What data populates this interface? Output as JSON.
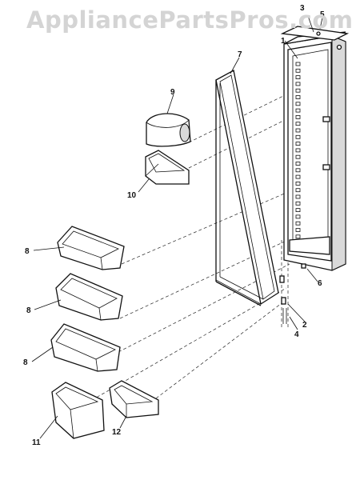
{
  "watermark": "AppliancePartsPros.com",
  "callouts": [
    {
      "id": "1",
      "label": "1"
    },
    {
      "id": "2",
      "label": "2"
    },
    {
      "id": "3",
      "label": "3"
    },
    {
      "id": "4",
      "label": "4"
    },
    {
      "id": "5",
      "label": "5"
    },
    {
      "id": "6",
      "label": "6"
    },
    {
      "id": "7",
      "label": "7"
    },
    {
      "id": "8a",
      "label": "8"
    },
    {
      "id": "8b",
      "label": "8"
    },
    {
      "id": "8c",
      "label": "8"
    },
    {
      "id": "9",
      "label": "9"
    },
    {
      "id": "10",
      "label": "10"
    },
    {
      "id": "11",
      "label": "11"
    },
    {
      "id": "12",
      "label": "12"
    }
  ]
}
